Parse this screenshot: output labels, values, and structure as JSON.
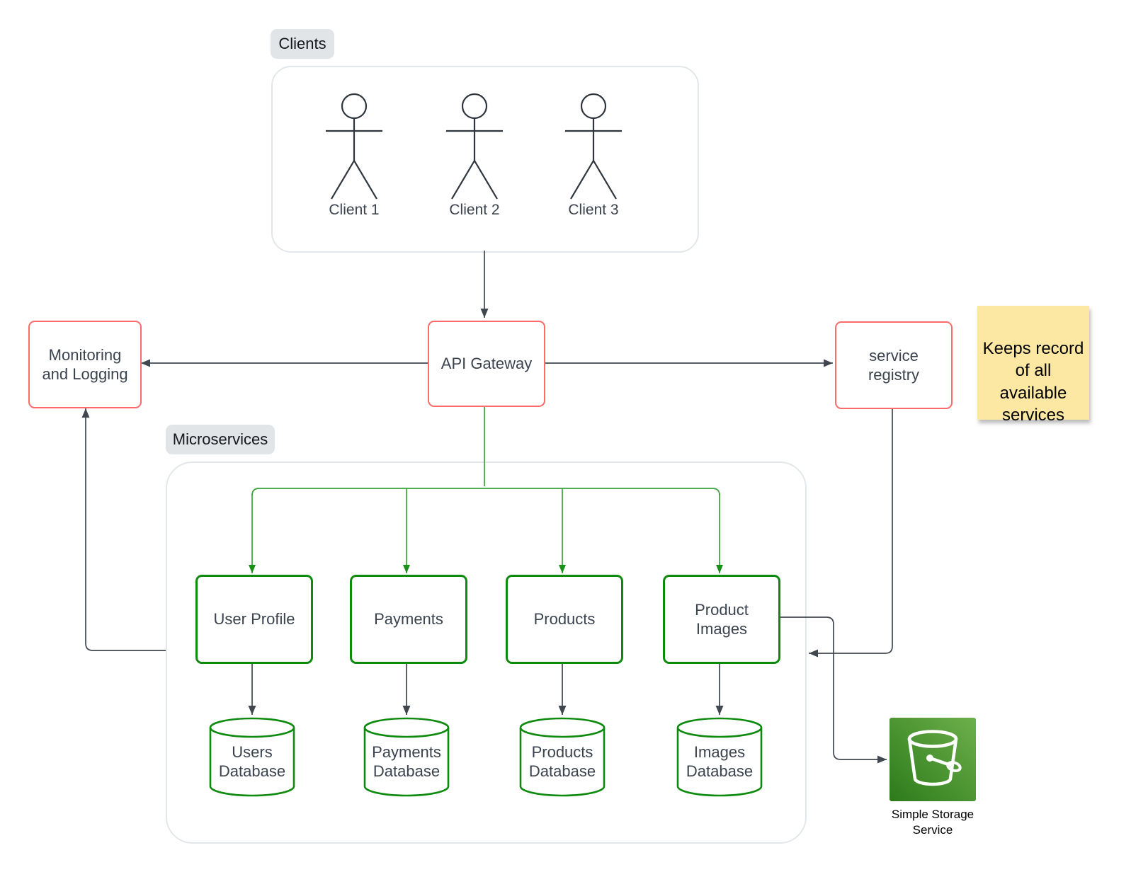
{
  "colors": {
    "red_box_border": "#ff6b6b",
    "green_box_border": "#0e8b0e",
    "green_connector": "#3aa33a",
    "green_arrowhead": "#189018",
    "dark_connector": "#40474f",
    "node_text": "#3b434e",
    "container_border": "#e4e7ea",
    "group_label_bg": "#e2e5e8",
    "note_bg": "#fce8a2",
    "s3_green_light": "#6cb04a",
    "s3_green_dark": "#2d7a1b",
    "actor_stroke": "#2e353c"
  },
  "groups": {
    "clients": {
      "label": "Clients"
    },
    "microservices": {
      "label": "Microservices"
    }
  },
  "clients": [
    {
      "label": "Client 1"
    },
    {
      "label": "Client 2"
    },
    {
      "label": "Client 3"
    }
  ],
  "nodes": {
    "monitoring": {
      "label": "Monitoring\nand Logging"
    },
    "api_gateway": {
      "label": "API Gateway"
    },
    "service_registry": {
      "label": "service\nregistry"
    },
    "user_profile": {
      "label": "User Profile"
    },
    "payments": {
      "label": "Payments"
    },
    "products": {
      "label": "Products"
    },
    "product_images": {
      "label": "Product\nImages"
    }
  },
  "databases": {
    "users": {
      "label": "Users\nDatabase"
    },
    "payments": {
      "label": "Payments\nDatabase"
    },
    "products": {
      "label": "Products\nDatabase"
    },
    "images": {
      "label": "Images\nDatabase"
    }
  },
  "note": {
    "text": "Keeps record\nof all\navailable\nservices"
  },
  "storage": {
    "label": "Simple Storage\nService"
  }
}
